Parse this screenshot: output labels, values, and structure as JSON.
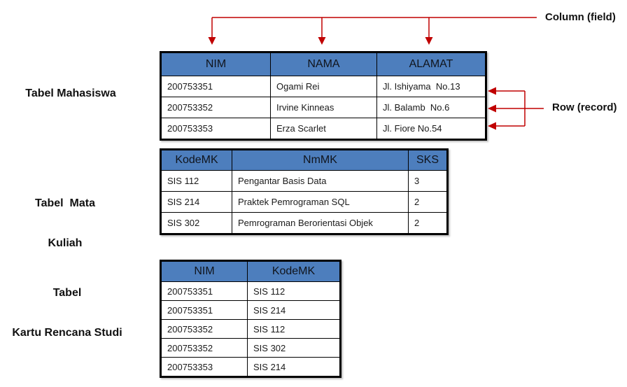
{
  "labels": {
    "mahasiswa": "Tabel Mahasiswa",
    "mata_kuliah_line1": "Tabel  Mata",
    "mata_kuliah_line2": "Kuliah",
    "krs_line1": "Tabel",
    "krs_line2": "Kartu Rencana Studi"
  },
  "annotations": {
    "column_label": "Column (field)",
    "row_label": "Row (record)"
  },
  "colors": {
    "header_bg": "#4d7ebd",
    "arrow_red": "#c00000",
    "border_black": "#000000"
  },
  "tables": {
    "mahasiswa": {
      "headers": [
        "NIM",
        "NAMA",
        "ALAMAT"
      ],
      "rows": [
        [
          "200753351",
          "Ogami Rei",
          "Jl. Ishiyama  No.13"
        ],
        [
          "200753352",
          "Irvine Kinneas",
          "Jl. Balamb  No.6"
        ],
        [
          "200753353",
          "Erza Scarlet",
          "Jl. Fiore No.54"
        ]
      ]
    },
    "mata_kuliah": {
      "headers": [
        "KodeMK",
        "NmMK",
        "SKS"
      ],
      "rows": [
        [
          "SIS 112",
          "Pengantar Basis Data",
          "3"
        ],
        [
          "SIS 214",
          "Praktek Pemrograman SQL",
          "2"
        ],
        [
          "SIS 302",
          "Pemrograman Berorientasi Objek",
          "2"
        ]
      ]
    },
    "krs": {
      "headers": [
        "NIM",
        "KodeMK"
      ],
      "rows": [
        [
          "200753351",
          "SIS 112"
        ],
        [
          "200753351",
          "SIS 214"
        ],
        [
          "200753352",
          "SIS 112"
        ],
        [
          "200753352",
          "SIS 302"
        ],
        [
          "200753353",
          "SIS 214"
        ]
      ]
    }
  }
}
